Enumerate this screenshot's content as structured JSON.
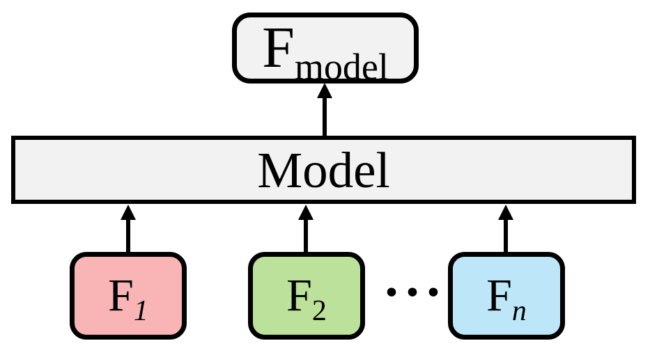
{
  "diagram": {
    "output_node": {
      "main": "F",
      "sub": "model"
    },
    "model_node": {
      "label": "Model"
    },
    "input_nodes": [
      {
        "main": "F",
        "sub": "1"
      },
      {
        "main": "F",
        "sub": "2"
      },
      {
        "main": "F",
        "sub": "n"
      }
    ],
    "ellipsis": "•••",
    "colors": {
      "node_gray_fill": "#F2F2F2",
      "input_1_fill": "#F9B5B5",
      "input_2_fill": "#BCE19B",
      "input_n_fill": "#BDE7F8",
      "border": "#000000",
      "arrow": "#000000"
    }
  }
}
